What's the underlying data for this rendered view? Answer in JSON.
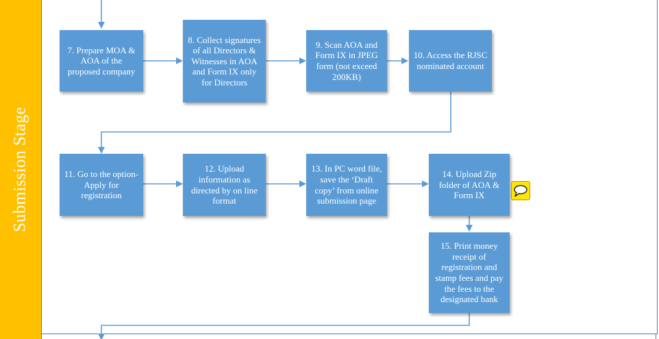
{
  "lane": {
    "label": "Submission Stage",
    "color": "#FFC000"
  },
  "box_color": "#5B9BD5",
  "connector_color": "#5B9BD5",
  "steps": [
    {
      "id": "7",
      "text": "7. Prepare MOA & AOA of the proposed company"
    },
    {
      "id": "8",
      "text": "8. Collect signatures of all Directors & Witnesses in AOA and Form IX only for Directors"
    },
    {
      "id": "9",
      "text": "9. Scan AOA and Form IX in JPEG form (not exceed 200KB)"
    },
    {
      "id": "10",
      "text": "10. Access the RJSC nominated account"
    },
    {
      "id": "11",
      "text": "11. Go to the option- Apply for registration"
    },
    {
      "id": "12",
      "text": "12. Upload information as directed by on line format"
    },
    {
      "id": "13",
      "text": "13. In PC word file, save the ‘Draft copy’ from online submission page"
    },
    {
      "id": "14",
      "text": "14. Upload Zip folder of AOA & Form IX"
    },
    {
      "id": "15",
      "text": "15. Print money receipt of registration and stamp fees and pay the fees to the designated bank"
    }
  ],
  "comment_icon": "speech-bubble-icon"
}
